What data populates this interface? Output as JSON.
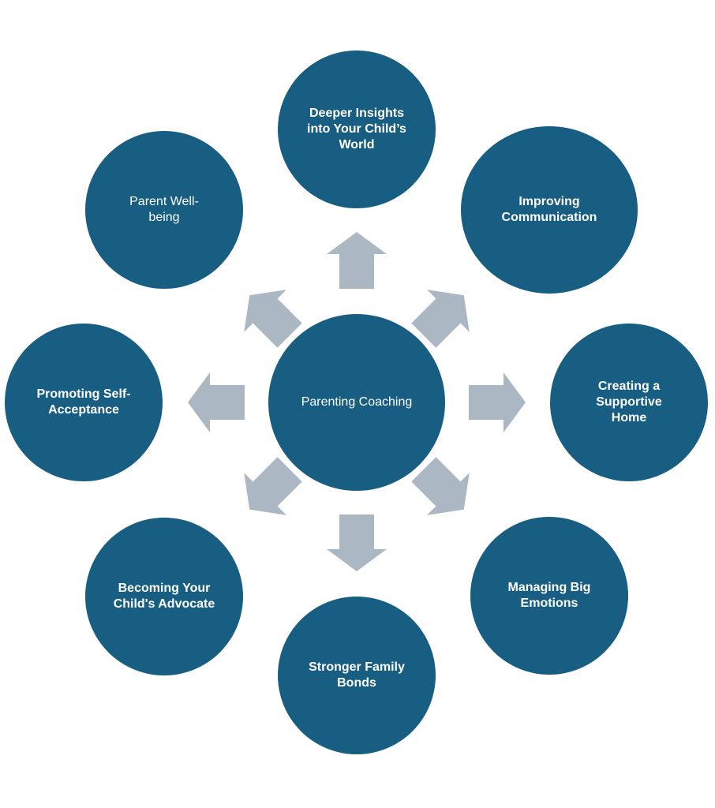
{
  "center": {
    "label": "Parenting Coaching"
  },
  "nodes": {
    "top": {
      "label": "Deeper Insights into Your Child’s World"
    },
    "top_right": {
      "label": "Improving Communication"
    },
    "right": {
      "label": "Creating a Supportive Home"
    },
    "bottom_right": {
      "label": "Managing Big Emotions"
    },
    "bottom": {
      "label": "Stronger Family Bonds"
    },
    "bottom_left": {
      "label": "Becoming Your Child's Advocate"
    },
    "left": {
      "label": "Promoting Self-Acceptance"
    },
    "top_left": {
      "label": "Parent Well-being"
    }
  },
  "colors": {
    "circle": "#175e82",
    "arrow": "#abb8c4",
    "text": "#ffffff"
  }
}
